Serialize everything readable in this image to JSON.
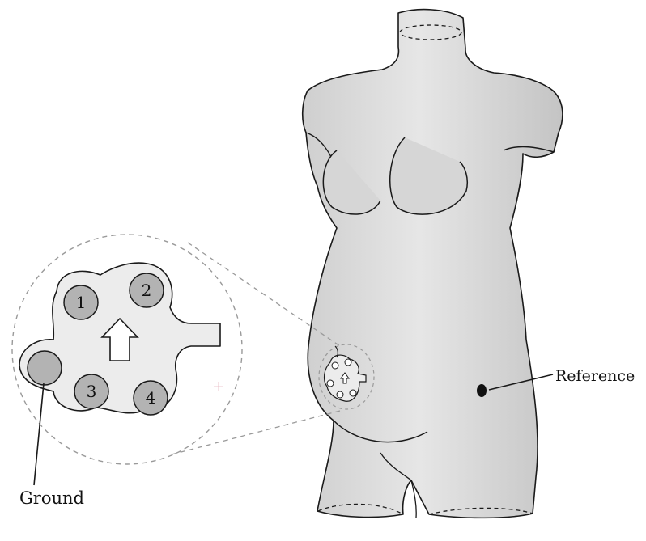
{
  "electrodes": [
    {
      "label": "1"
    },
    {
      "label": "2"
    },
    {
      "label": "3"
    },
    {
      "label": "4"
    }
  ],
  "labels": {
    "ground": "Ground",
    "reference": "Reference"
  },
  "colors": {
    "body_fill": "#dcdcdc",
    "body_shade": "#c9c9c9",
    "outline": "#1a1a1a",
    "patch_fill": "#ececec",
    "electrode_fill": "#b3b3b3",
    "dashed": "#9a9a9a"
  }
}
